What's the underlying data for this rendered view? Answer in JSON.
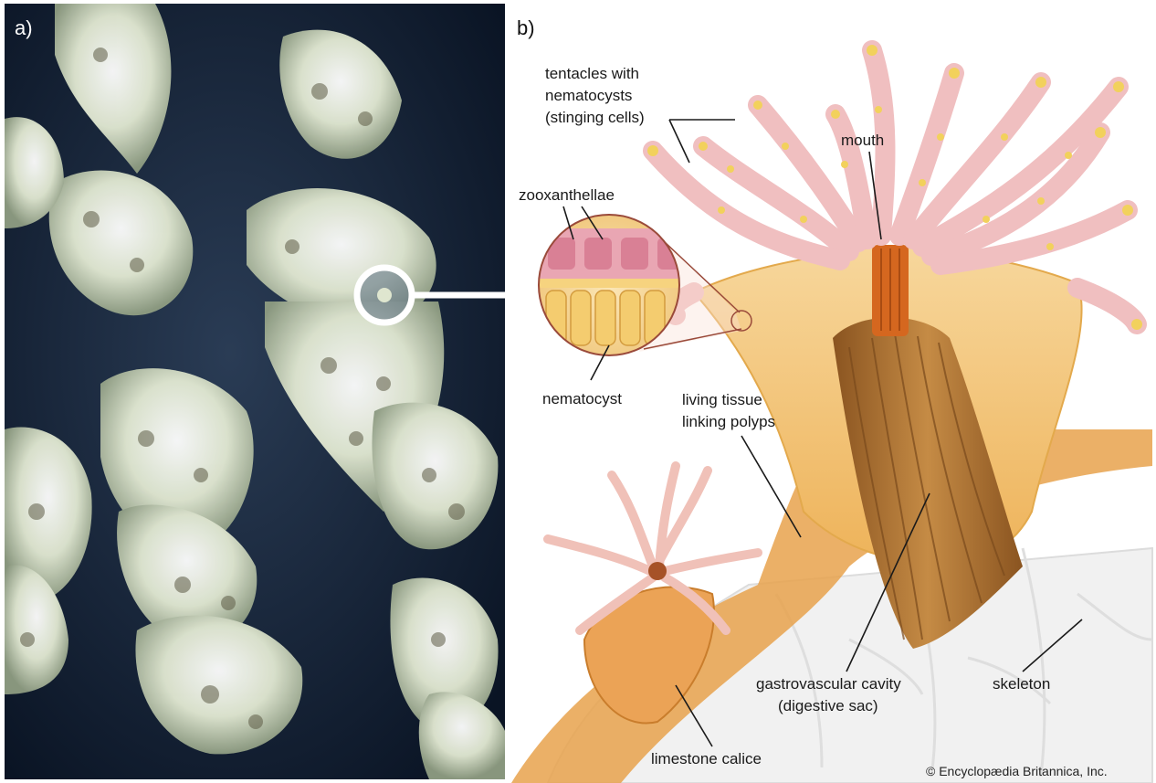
{
  "panels": {
    "a": {
      "letter": "a)"
    },
    "b": {
      "letter": "b)"
    }
  },
  "labels": {
    "tentacles": {
      "line1": "tentacles with",
      "line2": "nematocysts",
      "line3": "(stinging cells)"
    },
    "mouth": "mouth",
    "zooxanthellae": "zooxanthellae",
    "nematocyst": "nematocyst",
    "living_tissue": {
      "line1": "living tissue",
      "line2": "linking polyps"
    },
    "gastrovascular": {
      "line1": "gastrovascular cavity",
      "line2": "(digestive sac)"
    },
    "skeleton": "skeleton",
    "calice": "limestone calice"
  },
  "credit": "© Encyclopædia Britannica, Inc.",
  "colors": {
    "photo_bg": "#0d1a2e",
    "coral": "#dfe6cf",
    "polyp_pink": "#f2c9c4",
    "tissue_yellow": "#f3c271",
    "cavity_brown": "#b57a36",
    "mouth_orange": "#d5671f",
    "skeleton": "#f1f1f1"
  }
}
